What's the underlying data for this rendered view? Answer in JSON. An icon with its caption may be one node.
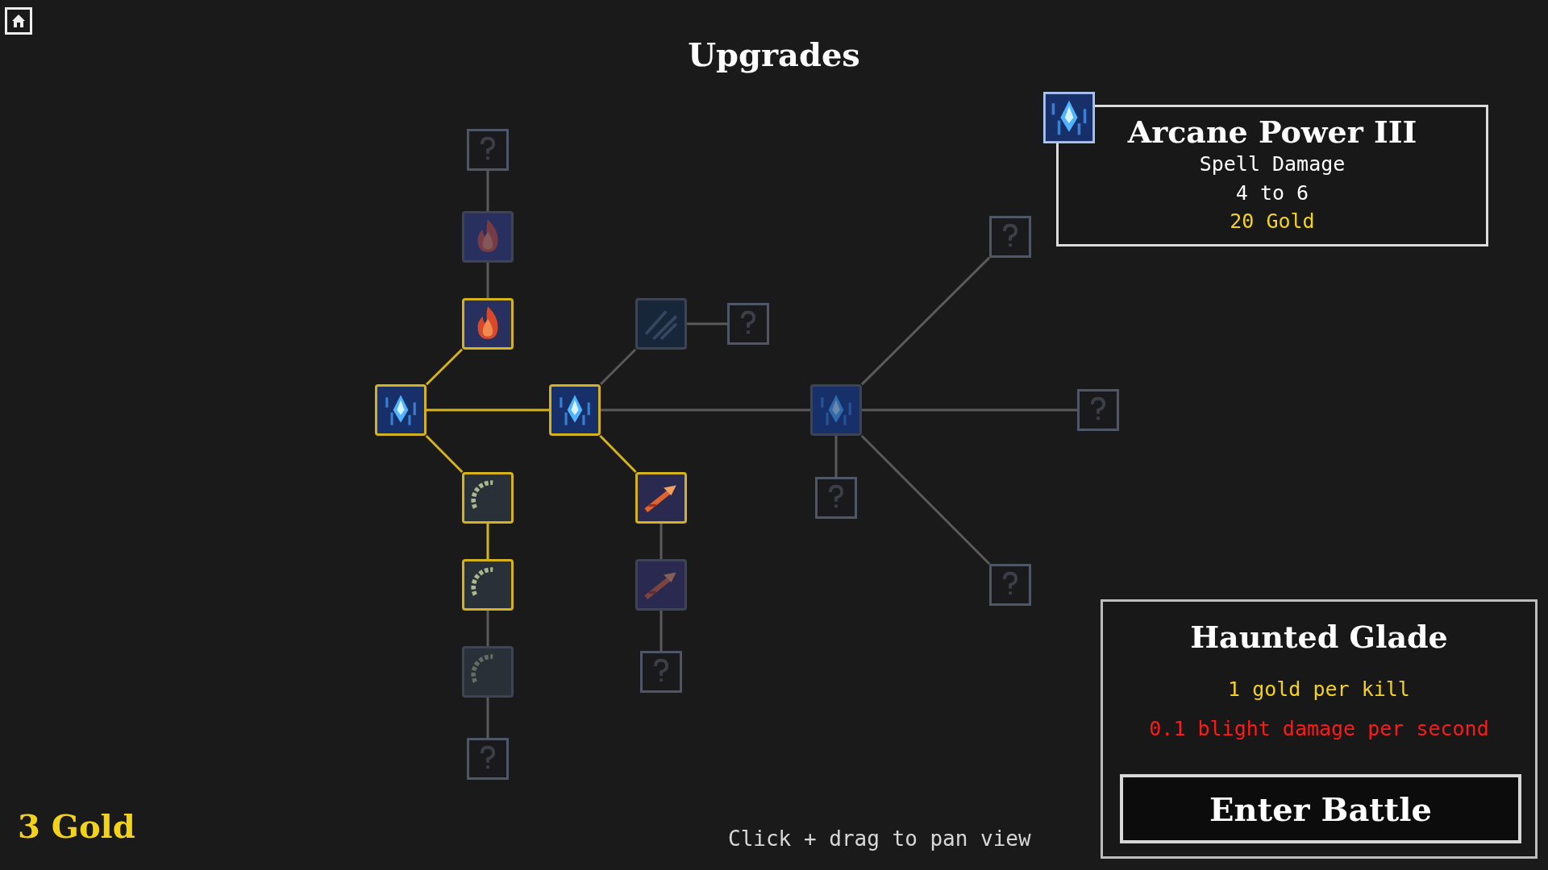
{
  "diagram": {
    "title": "Upgrades",
    "nodes": [
      {
        "text": [],
        "shape": "box"
      },
      {
        "text": [],
        "shape": "picture"
      },
      {
        "text": [],
        "shape": "box"
      },
      {
        "text": [
          "Arcane Power III",
          "Spell Damage",
          "4 to 6",
          "20 Gold"
        ]
      },
      {
        "text": [],
        "shape": "picture"
      },
      {
        "text": [],
        "shape": "picture"
      },
      {
        "text": [],
        "shape": "box"
      },
      {
        "text": [],
        "shape": "picture"
      },
      {
        "text": [],
        "shape": "picture"
      },
      {
        "text": [],
        "shape": "picture"
      },
      {
        "text": [],
        "shape": "box"
      },
      {
        "text": [],
        "shape": "picture"
      },
      {
        "text": [],
        "shape": "picture"
      },
      {
        "text": [],
        "shape": "box"
      },
      {
        "text": [],
        "shape": "picture"
      },
      {
        "text": [],
        "shape": "picture"
      },
      {
        "text": [],
        "shape": "box"
      },
      {
        "text": [
          "Haunted Glade",
          "1 gold per kill",
          "0.1 blight damage per second"
        ]
      },
      {
        "text": [],
        "shape": "picture"
      },
      {
        "text": [],
        "shape": "box"
      },
      {
        "text": [
          "Enter Battle"
        ],
        "in": 17
      },
      {
        "text": [],
        "shape": "box"
      }
    ],
    "edges": [
      {
        "from": 0,
        "to": 1,
        "arrow": "none"
      },
      {
        "from": 1,
        "to": 4,
        "arrow": "none"
      },
      {
        "from": 4,
        "to": 7,
        "arrow": "none",
        "color": "#d4b21c"
      },
      {
        "from": 7,
        "to": 8,
        "arrow": "none",
        "color": "#d4b21c"
      },
      {
        "from": 7,
        "to": 11,
        "arrow": "none",
        "color": "#d4b21c"
      },
      {
        "from": 11,
        "to": 14,
        "arrow": "none",
        "color": "#d4b21c"
      },
      {
        "from": 14,
        "to": 18,
        "arrow": "none"
      },
      {
        "from": 18,
        "to": 21,
        "arrow": "none"
      },
      {
        "from": 8,
        "to": 12,
        "arrow": "none",
        "color": "#d4b21c"
      },
      {
        "from": 12,
        "to": 15,
        "arrow": "none"
      },
      {
        "from": 15,
        "to": 19,
        "arrow": "none"
      },
      {
        "from": 8,
        "to": 5,
        "arrow": "none"
      },
      {
        "from": 5,
        "to": 6,
        "arrow": "none"
      },
      {
        "from": 8,
        "to": 9,
        "arrow": "none"
      },
      {
        "from": 9,
        "to": 10,
        "arrow": "none"
      },
      {
        "from": 9,
        "to": 13,
        "arrow": "none"
      },
      {
        "from": 9,
        "to": 16,
        "arrow": "none"
      },
      {
        "from": 9,
        "to": 2,
        "arrow": "none"
      }
    ],
    "labels": [
      "3 Gold",
      "Click + drag to pan view"
    ]
  }
}
